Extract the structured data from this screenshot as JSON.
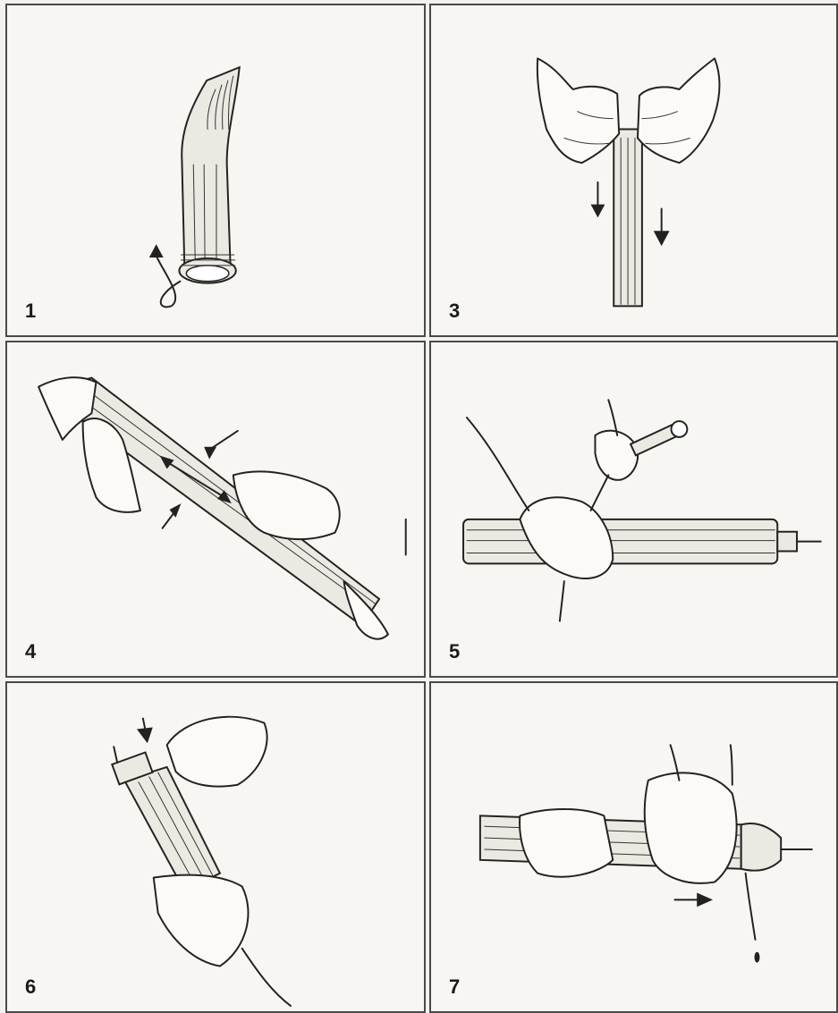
{
  "panels": [
    {
      "id": "panel-1",
      "number": "1"
    },
    {
      "id": "panel-3",
      "number": "3"
    },
    {
      "id": "panel-4",
      "number": "4"
    },
    {
      "id": "panel-5",
      "number": "5"
    },
    {
      "id": "panel-6",
      "number": "6"
    },
    {
      "id": "panel-7",
      "number": "7"
    }
  ],
  "colors": {
    "ink": "#222222",
    "paper": "#f7f6f2",
    "border": "#4a4a4a"
  }
}
